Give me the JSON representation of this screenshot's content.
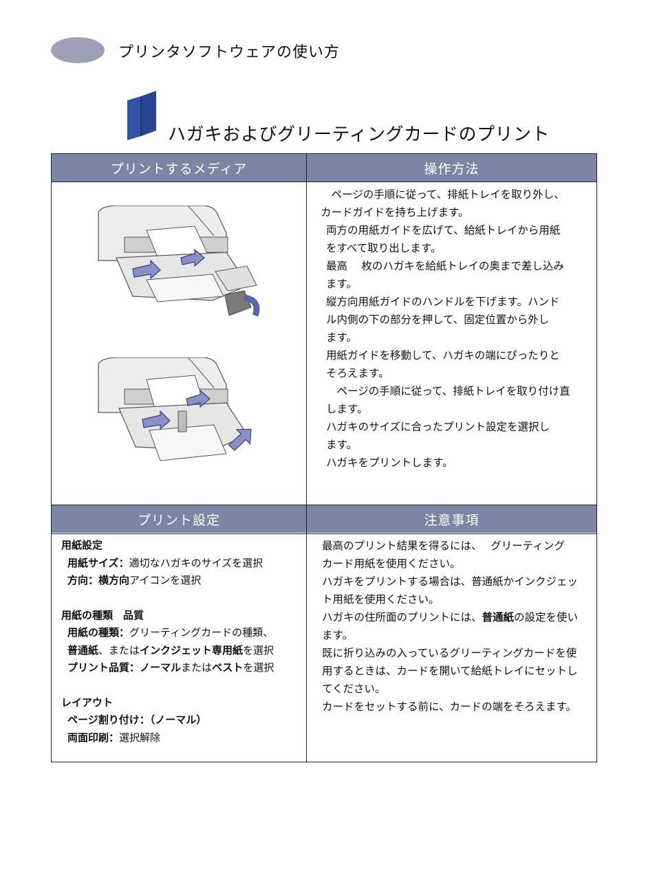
{
  "header": {
    "chapter_title": "プリンタソフトウェアの使い方"
  },
  "section": {
    "title": "ハガキおよびグリーティングカードのプリント"
  },
  "table": {
    "media_header": "プリントするメディア",
    "method_header": "操作方法",
    "settings_header": "プリント設定",
    "notes_header": "注意事項"
  },
  "steps": [
    "　ページの手順に従って、排紙トレイを取り外し、",
    "カードガイドを持ち上げます。",
    "両方の用紙ガイドを広げて、給紙トレイから用紙",
    "をすべて取り出します。",
    "最高　 枚のハガキを給紙トレイの奥まで差し込み",
    "ます。",
    "縦方向用紙ガイドのハンドルを下げます。ハンド",
    "ル内側の下の部分を押して、固定位置から外し",
    "ます。",
    "用紙ガイドを移動して、ハガキの端にぴったりと",
    "そろえます。",
    "　ページの手順に従って、排紙トレイを取り付け直",
    "します。",
    "ハガキのサイズに合ったプリント設定を選択し",
    "ます。",
    "ハガキをプリントします。"
  ],
  "settings": {
    "paper_setup": {
      "heading": "用紙設定",
      "size_label": "用紙サイズ",
      "size_value": "適切なハガキのサイズを選択",
      "orient_label": "方向",
      "orient_bold": "横方向",
      "orient_rest": "アイコンを選択"
    },
    "paper_type": {
      "heading": "用紙の種類　品質",
      "type_label": "用紙の種類",
      "type_value": "グリーティングカードの種類、",
      "plain": "普通紙",
      "or": "、または",
      "inkjet": "インクジェット専用紙",
      "select": "を選択",
      "quality_label": "プリント品質",
      "normal": "ノーマル",
      "mata": "または",
      "best": "ベスト",
      "select2": "を選択"
    },
    "layout": {
      "heading": "レイアウト",
      "page_label": "ページ割り付け",
      "page_value": "（ノーマル）",
      "duplex_label": "両面印刷",
      "duplex_value": "選択解除"
    },
    "colon": "："
  },
  "notes": {
    "l1": "最高のプリント結果を得るには、　 グリーティング",
    "l2": "カード用紙を使用ください。",
    "l3": "ハガキをプリントする場合は、普通紙かインクジェッ",
    "l4": "ト用紙を使用ください。",
    "l5a": "ハガキの住所面のプリントには、",
    "l5b": "普通紙",
    "l5c": "の設定を使い",
    "l6": "ます。",
    "l7": "既に折り込みの入っているグリーティングカードを使",
    "l8": "用するときは、カードを開いて給紙トレイにセットし",
    "l9": "てください。",
    "l10": "カードをセットする前に、カードの端をそろえます。"
  },
  "colors": {
    "header_bg": "#7e84a3",
    "chapter_oval": "#9da0b6",
    "icon_blue": "#2f4a9c",
    "arrow": "#8a8fc6"
  }
}
